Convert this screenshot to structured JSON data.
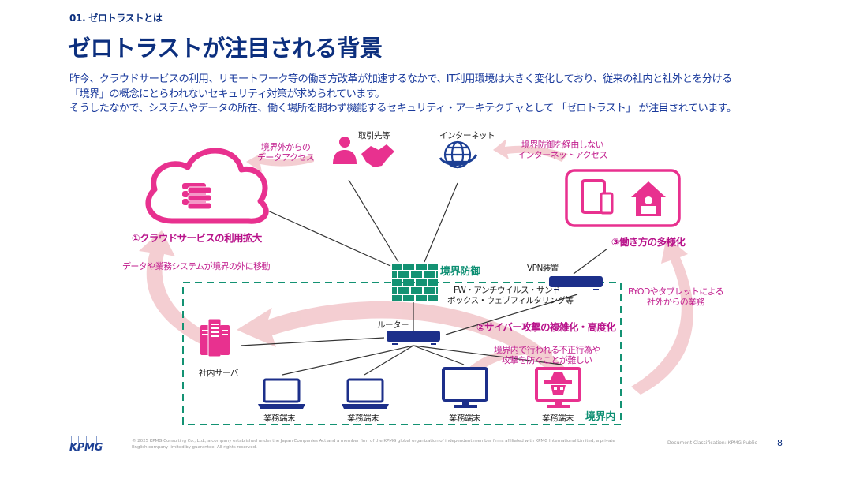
{
  "header": {
    "section_label": "01. ゼロトラストとは",
    "title": "ゼロトラストが注目される背景"
  },
  "intro": {
    "lines": [
      "昨今、クラウドサービスの利用、リモートワーク等の働き方改革が加速するなかで、IT利用環境は大きく変化しており、従来の社内と社外とを分ける",
      "「境界」の概念にとらわれないセキュリティ対策が求められています。",
      "そうしたなかで、システムやデータの所在、働く場所を問わず機能するセキュリティ・アーキテクチャとして 「ゼロトラスト」 が注目されています。"
    ]
  },
  "diagram": {
    "colors": {
      "magenta": "#e8318f",
      "magenta_text": "#c2208f",
      "navy": "#1c2f8a",
      "teal": "#139273",
      "arrow_pink": "#f0c4c8"
    },
    "nodes": {
      "partners": "取引先等",
      "internet": "インターネット",
      "firewall": "境界防御",
      "firewall_desc": [
        "FW・アンチウイルス・サンド",
        "ボックス・ウェブフィルタリング等"
      ],
      "vpn": "VPN装置",
      "router": "ルーター",
      "server": "社内サーバ",
      "terminals": [
        "業務端末",
        "業務端末",
        "業務端末",
        "業務端末"
      ],
      "inside_boundary": "境界内"
    },
    "icons": {
      "cloud": "cloud-database-icon",
      "partners": [
        "person-icon",
        "handshake-icon"
      ],
      "internet": "globe-icon",
      "remote": [
        "tablet-smartphone-icon",
        "home-work-icon"
      ],
      "firewall": "brick-wall-icon",
      "server": "server-icon",
      "terminals": [
        "laptop-icon",
        "laptop-icon",
        "desktop-icon",
        "hacker-desktop-icon"
      ]
    },
    "trends": {
      "cloud": "①クラウドサービスの利用拡大",
      "cyber": "②サイバー攻撃の複雑化・高度化",
      "work": "③働き方の多様化"
    },
    "annotations": {
      "external_data_access": [
        "境界外からの",
        "データアクセス"
      ],
      "direct_internet_access": [
        "境界防御を経由しない",
        "インターネットアクセス"
      ],
      "data_moves_out": "データや業務システムが境界の外に移動",
      "byod": [
        "BYODやタブレットによる",
        "社外からの業務"
      ],
      "insider_attack": [
        "境界内で行われる不正行為や",
        "攻撃を防ぐことが難しい"
      ]
    }
  },
  "footer": {
    "logo": "KPMG",
    "copyright": "© 2025 KPMG Consulting Co., Ltd., a company established under the Japan Companies Act and a member firm of the KPMG global organization of independent member firms affiliated with KPMG International Limited, a private English company limited by guarantee. All rights reserved.",
    "classification": "Document Classification: KPMG Public",
    "page_number": "8"
  }
}
